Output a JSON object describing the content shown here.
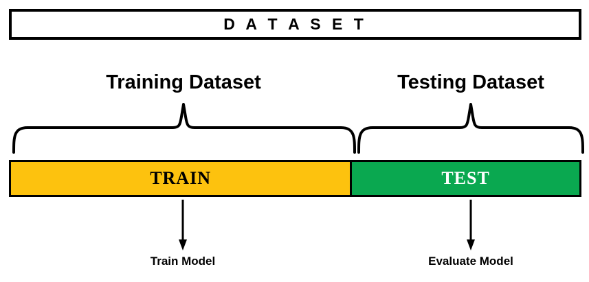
{
  "header": {
    "title": "D A T A S E T"
  },
  "sections": {
    "train": {
      "group_label": "Training Dataset",
      "bar_label": "TRAIN",
      "action_label": "Train Model",
      "bar_color": "#FDC20E",
      "bar_text_color": "#000000",
      "split_width": "60%"
    },
    "test": {
      "group_label": "Testing Dataset",
      "bar_label": "TEST",
      "action_label": "Evaluate Model",
      "bar_color": "#0AA850",
      "bar_text_color": "#FFFFFF",
      "split_width": "40%"
    }
  },
  "style": {
    "line_color": "#000000",
    "background_color": "#FFFFFF"
  }
}
